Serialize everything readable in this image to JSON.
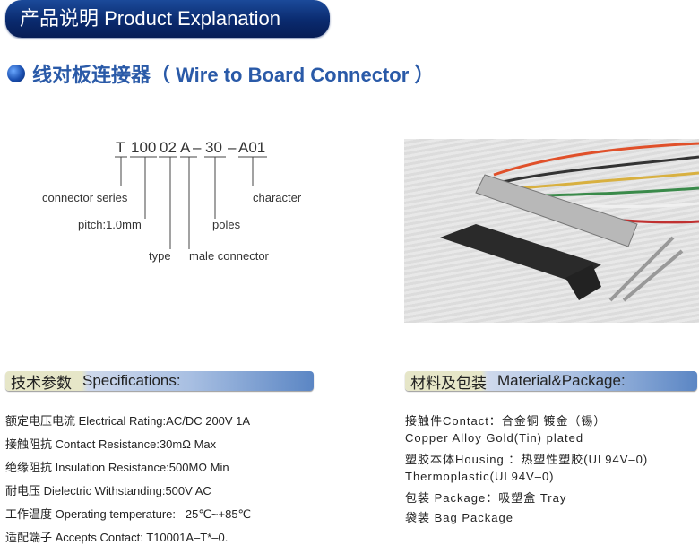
{
  "banner": {
    "title": "产品说明 Product Explanation"
  },
  "subtitle": "线对板连接器（ Wire to Board Connector ）",
  "part_code": {
    "t": "T",
    "pitch": "100",
    "type": "02",
    "male": "A",
    "dash1": "–",
    "poles": "30",
    "dash2": "–",
    "character": "A01"
  },
  "labels": {
    "series": "connector series",
    "pitch": "pitch:1.0mm",
    "type": "type",
    "male": "male connector",
    "poles": "poles",
    "character": "character"
  },
  "specs": {
    "cn": "技术参数",
    "en": "Specifications:",
    "items": [
      "额定电压电流 Electrical Rating:AC/DC 200V 1A",
      "接触阻抗 Contact Resistance:30mΩ Max",
      "绝缘阻抗 Insulation Resistance:500MΩ Min",
      "耐电压 Dielectric Withstanding:500V AC",
      "工作温度 Operating temperature: –25℃~+85℃",
      "适配端子 Accepts Contact: T10001A–T*–0."
    ]
  },
  "material": {
    "cn": "材料及包装",
    "en": "Material&Package:",
    "items": [
      "接触件Contact：合金铜 镀金（锡）",
      "Copper Alloy Gold(Tin) plated",
      "塑胶本体Housing ：热塑性塑胶(UL94V–0)",
      "Thermoplastic(UL94V–0)",
      "包装 Package：吸塑盒 Tray",
      "袋装 Bag Package"
    ]
  }
}
